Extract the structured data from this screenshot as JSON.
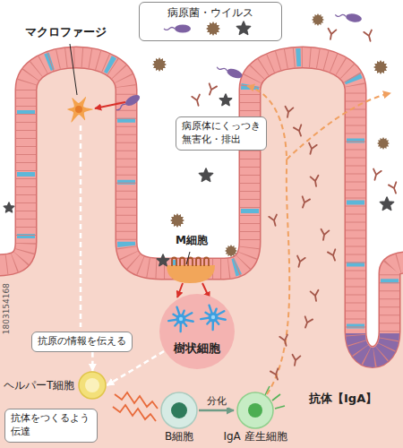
{
  "diagram": {
    "nodes": [
      {
        "text": [
          "病原菌・ウイルス"
        ]
      },
      {
        "text": [
          "病原体にくっつき 無害化・排出"
        ]
      },
      {
        "text": [
          "樹状細胞"
        ]
      },
      {
        "text": [
          "抗原の情報を伝える"
        ]
      },
      {
        "text": [
          "ヘルパーT細胞"
        ]
      },
      {
        "text": [
          "抗体をつくるよう 伝達"
        ]
      },
      {
        "text": [
          "B細胞"
        ]
      },
      {
        "text": [
          "IgA 産生細胞"
        ]
      }
    ],
    "edges": [
      {
        "from": 2,
        "to": 4,
        "arrow": "to"
      },
      {
        "from": 3,
        "to": 4,
        "arrow": "to"
      },
      {
        "from": 6,
        "to": 7,
        "label": "分化",
        "arrow": "to"
      }
    ],
    "labels": [
      "マクロファージ",
      "M細胞",
      "抗体【IgA】",
      "1803154168"
    ]
  }
}
